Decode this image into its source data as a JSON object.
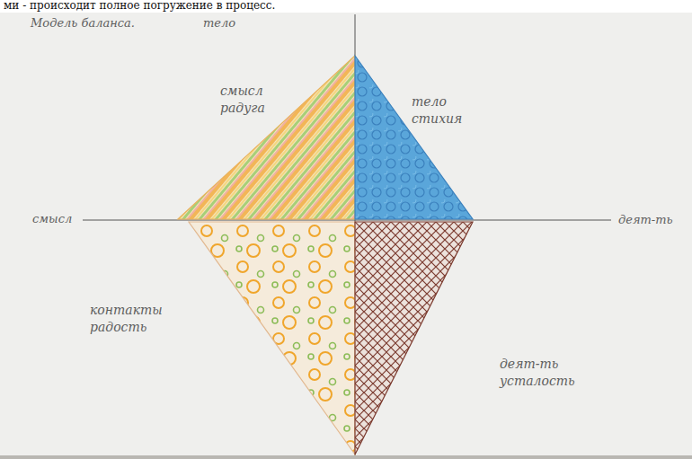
{
  "diagram": {
    "nodes": [
      {
        "text": [
          "смысл радуга"
        ]
      },
      {
        "text": [
          "тело стихия"
        ]
      },
      {
        "text": [
          "контакты радость"
        ]
      },
      {
        "text": [
          "деят-ть усталость"
        ]
      }
    ],
    "labels": [
      "ми - происходит полное погружение в процесс.",
      "Модель баланса.",
      "тело",
      "смысл",
      "деят-ть"
    ]
  }
}
